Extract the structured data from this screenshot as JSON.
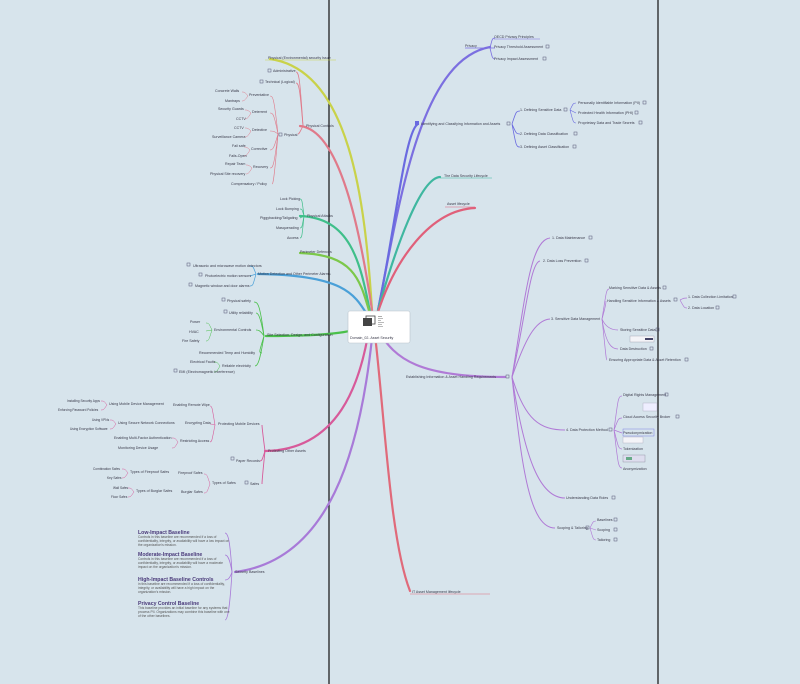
{
  "root": {
    "label": "Domain_02- Asset Security"
  },
  "colors": {
    "background": "#d7e4ec",
    "privacy": "#7b6fe0",
    "identifying": "#6a6ae0",
    "lifecycle": "#3fb7a0",
    "asset_lifecycle": "#e0607a",
    "handling": "#b07ad6",
    "it_asset": "#e06a7a",
    "physical_env": "#c9d24a",
    "physical_controls": "#e07a8a",
    "physical_attacks": "#3fbf8a",
    "perimeter": "#7cc84a",
    "motion": "#4aa0d8",
    "site_selection": "#4ac04a",
    "protecting_assets": "#d75a9a",
    "security_baselines": "#a87ad8"
  },
  "right": {
    "privacy": {
      "label": "Privacy",
      "children": [
        "OECD Privacy Principles",
        "Privacy Threshold Assessment",
        "Privacy Impact Assessment"
      ]
    },
    "identifying": {
      "label": "Identifying and Classifying Information and Assets",
      "defining_sensitive": {
        "label": "1. Defining Sensitive Data",
        "children": [
          "Personally Identifiable Information (PII)",
          "Protected Health Information (PHI)",
          "Proprietary Data and Trade Secrets"
        ]
      },
      "children": [
        "2. Defining Data Classification",
        "3. Defining Asset Classification"
      ]
    },
    "lifecycle": {
      "label": "The Data Security Lifecycle"
    },
    "asset_lifecycle": {
      "label": "Asset lifecycle"
    },
    "handling": {
      "label": "Establishing Information & Asset Handling Requirements",
      "maintenance": "1. Data Maintenance",
      "loss_prevention": "2. Data Loss Prevention",
      "sensitive_mgmt": {
        "label": "3. Sensitive Data Management",
        "marking": "Marking Sensitive Data & Assets",
        "handling_info": "Handling Sensitive Information & Assets",
        "handling_children": [
          "1. Data Collection Limitation",
          "2. Data Location"
        ],
        "storing": "Storing Sensitive Data",
        "destruction": "Data Destruction",
        "retention": "Ensuring Appropriate Data & Asset Retention"
      },
      "protection": {
        "label": "4. Data Protection Method",
        "children": [
          "Digital Rights Management",
          "Cloud Access Security Broker",
          "Pseudonymization",
          "Tokenization",
          "Anonymization"
        ]
      },
      "understanding": "Understanding Data Roles",
      "scoping": {
        "label": "Scoping & Tailoring",
        "children": [
          "Baselines",
          "Scoping",
          "Tailoring"
        ]
      }
    },
    "it_asset": {
      "label": "IT Asset Management lifecycle"
    }
  },
  "left": {
    "physical_env": {
      "label": "Physical (Environmental) security Issue"
    },
    "physical_controls": {
      "label": "Physical Controls",
      "administrative": "Administrative",
      "technical": "Technical (Logical)",
      "physical": {
        "label": "Physical",
        "preventative": {
          "label": "Preventative",
          "children": [
            "Concrete Walls",
            "Mantraps"
          ]
        },
        "deterrent": {
          "label": "Deterrent",
          "children": [
            "Security Guards",
            "CCTV"
          ]
        },
        "detective": {
          "label": "Detective",
          "children": [
            "CCTV",
            "Surveillance Camera"
          ]
        },
        "corrective": {
          "label": "Corrective",
          "children": [
            "Fail safe",
            "Fails-Open"
          ]
        },
        "recovery": {
          "label": "Recovery",
          "children": [
            "Repair Team",
            "Physical Site recovery"
          ]
        },
        "compensatory": "Compensatory / Policy"
      }
    },
    "physical_attacks": {
      "label": "Physical Attacks",
      "children": [
        "Lock Picking",
        "Lock Bumping",
        "Piggybacking/Tailgating",
        "Masquerading",
        "Access"
      ]
    },
    "perimeter": {
      "label": "Perimeter Defences"
    },
    "motion": {
      "label": "Motion Detection and Other Perimeter Alarms",
      "children": [
        "Ultrasonic and microwave motion detectors",
        "Photoelectric motion sensors",
        "Magnetic window and door alarms"
      ]
    },
    "site": {
      "label": "Site Selection, Design, and Configuration",
      "physical_safety": "Physical safety",
      "utility": "Utility reliability",
      "env_controls": {
        "label": "Environmental Controls",
        "children": [
          "Power",
          "HVAC",
          "Fire Safety"
        ]
      },
      "temp": "Recommended Temp and Humidity",
      "electricity": {
        "label": "Reliable electricity",
        "children": [
          "Electrical Faults",
          "EMI (Electromagnetic Interference)"
        ]
      }
    },
    "protecting": {
      "label": "Protecting Other Assets",
      "mobile": {
        "label": "Protecting Mobile Devices",
        "enabling": {
          "label": "Enabling Remote Wipe",
          "mdm": "Using Mobile Device Management",
          "mdm_children": [
            "Installing Security Apps",
            "Enforcing Password Policies"
          ]
        },
        "encrypting": {
          "label": "Encrypting Data",
          "conn": "Using Secure Network Connections",
          "conn_children": [
            "Using VPNs",
            "Using Encryption Software"
          ]
        },
        "restricting": {
          "label": "Restricting Access",
          "children": [
            "Enabling Multi-Factor Authentication",
            "Monitoring Device Usage"
          ]
        }
      },
      "paper": "Paper Records",
      "safes": {
        "label": "Safes",
        "types": "Types of Safes",
        "fireproof": {
          "label": "Fireproof Safes",
          "types": "Types of Fireproof Safes",
          "children": [
            "Combination Safes",
            "Key Safes"
          ]
        },
        "burglar": {
          "label": "Burglar Safes",
          "types": "Types of Burglar Safes",
          "children": [
            "Wall Safes",
            "Floor Safes"
          ]
        }
      }
    },
    "baselines": {
      "label": "Security Baselines",
      "items": [
        {
          "title": "Low-Impact Baseline",
          "text": "Controls in this baseline are recommended if a loss of confidentiality, integrity, or availability will have a low impact on the organization's mission."
        },
        {
          "title": "Moderate-Impact Baseline",
          "text": "Controls in this baseline are recommended if a loss of confidentiality, integrity, or availability will have a moderate impact on the organization's mission."
        },
        {
          "title": "High-Impact Baseline Controls",
          "text": "in this baseline are recommended if a loss of confidentiality, integrity, or availability will have a high impact on the organization's mission."
        },
        {
          "title": "Privacy Control Baseline",
          "text": "This baseline provides an initial baseline for any systems that process PII. Organizations may combine this baseline with one of the other baselines."
        }
      ]
    }
  }
}
